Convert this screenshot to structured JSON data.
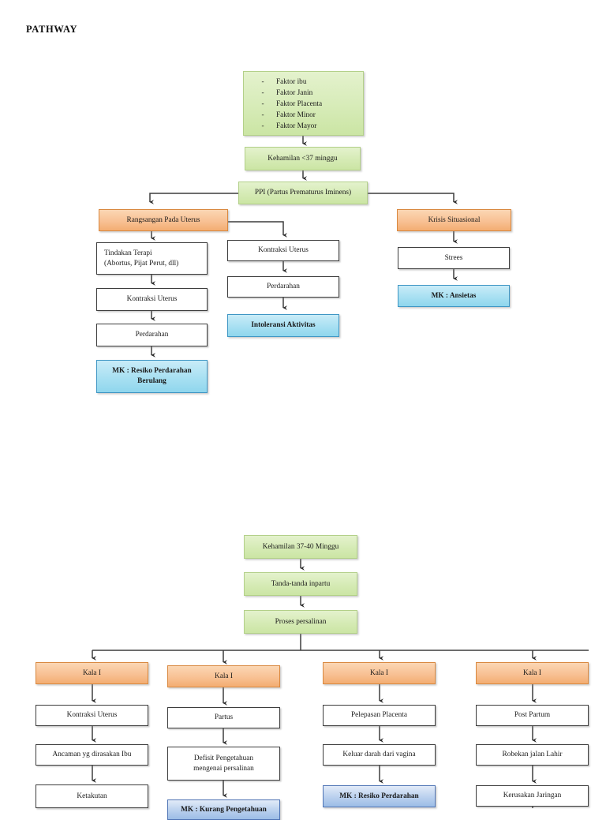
{
  "page": {
    "title": "PATHWAY"
  },
  "upper": {
    "factors": {
      "bullet": "-",
      "items": [
        "Faktor ibu",
        "Faktor Janin",
        "Faktor Placenta",
        "Faktor Minor",
        "Faktor Mayor"
      ]
    },
    "gestation": "Kehamilan <37 minggu",
    "ppi": "PPI (Partus Prematurus Iminens)",
    "branch_left": "Rangsangan Pada Uterus",
    "branch_right": "Krisis Situasional",
    "left_chain": [
      "Tindakan Terapi\n(Abortus, Pijat Perut, dll)",
      "Kontraksi Uterus",
      "Perdarahan",
      "MK : Resiko Perdarahan Berulang"
    ],
    "mid_chain": [
      "Kontraksi Uterus",
      "Perdarahan",
      "Intoleransi Aktivitas"
    ],
    "right_chain": [
      "Strees",
      "MK : Ansietas"
    ]
  },
  "lower": {
    "gestation": "Kehamilan 37-40 Minggu",
    "signs": "Tanda-tanda inpartu",
    "process": "Proses persalinan",
    "columns": [
      {
        "stage": "Kala I",
        "steps": [
          "Kontraksi Uterus",
          "Ancaman yg dirasakan Ibu",
          "Ketakutan"
        ]
      },
      {
        "stage": "Kala I",
        "steps": [
          "Partus",
          "Defisit Pengetahuan\nmengenai persalinan",
          "MK : Kurang Pengetahuan"
        ]
      },
      {
        "stage": "Kala I",
        "steps": [
          "Pelepasan Placenta",
          "Keluar darah dari vagina",
          "MK : Resiko Perdarahan"
        ]
      },
      {
        "stage": "Kala I",
        "steps": [
          "Post Partum",
          "Robekan jalan Lahir",
          "Kerusakan Jaringan"
        ]
      }
    ]
  },
  "colors": {
    "green": "#d6ebb6",
    "orange": "#f8c194",
    "light_blue": "#a8e0f2",
    "steel_blue": "#bed3ef",
    "line": "#3d3d3d",
    "text": "#1a1a1a"
  }
}
